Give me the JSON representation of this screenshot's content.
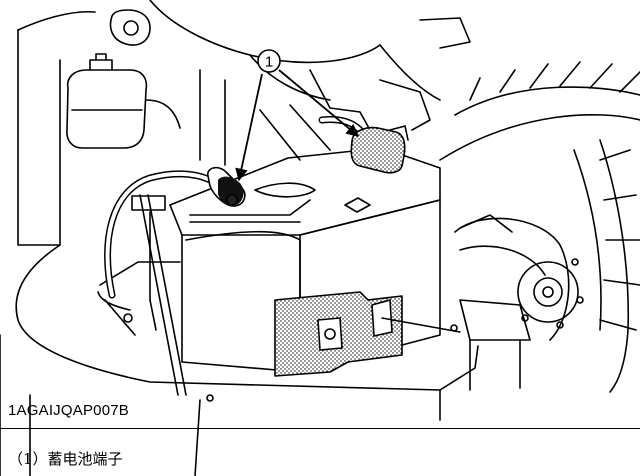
{
  "figure": {
    "callout_number": "1",
    "part_code": "1AGAIJQAP007B",
    "caption": "（1）蓄电池端子"
  }
}
